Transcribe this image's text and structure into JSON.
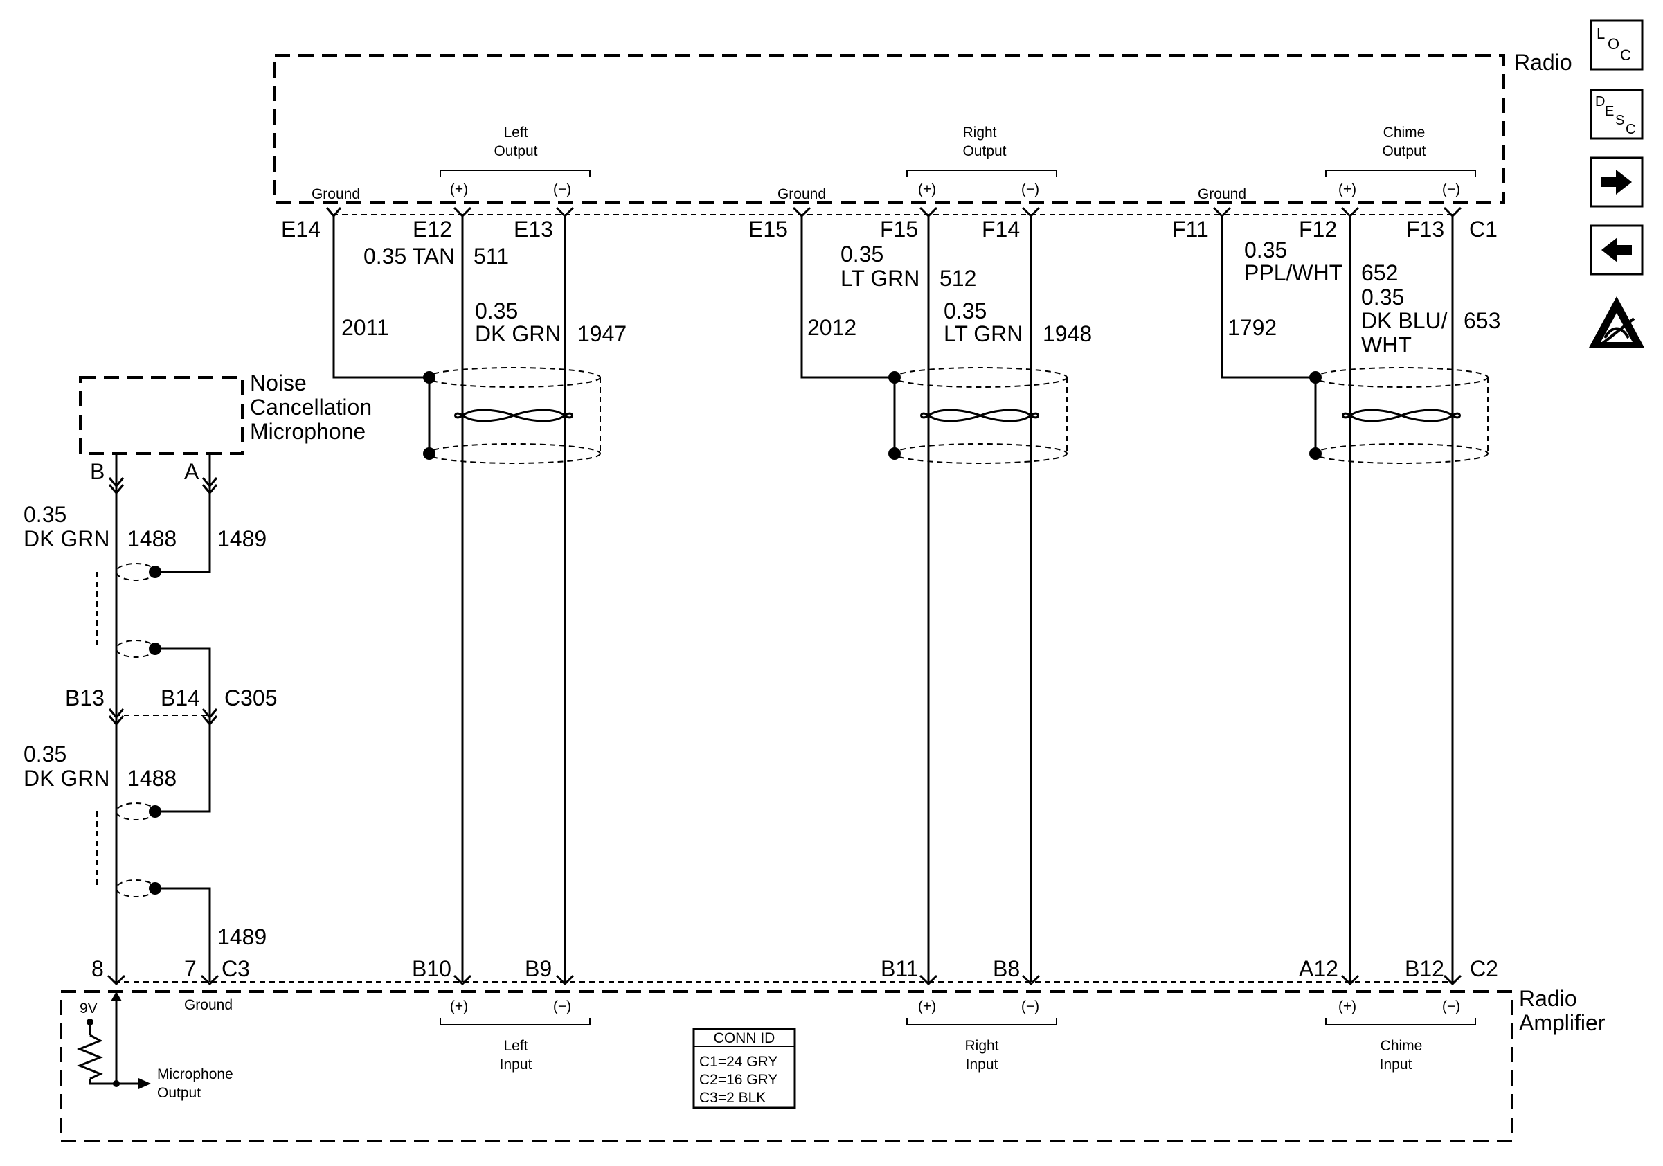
{
  "radio": {
    "label": "Radio",
    "pins": {
      "e14": "E14",
      "e12": "E12",
      "e13": "E13",
      "e15": "E15",
      "f15": "F15",
      "f14": "F14",
      "f11": "F11",
      "f12": "F12",
      "f13": "F13",
      "c1": "C1"
    },
    "ground_label": "Ground",
    "plus": "(+)",
    "minus": "(−)",
    "left_output": [
      "Left",
      "Output"
    ],
    "right_output": [
      "Right",
      "Output"
    ],
    "chime_output": [
      "Chime",
      "Output"
    ]
  },
  "amplifier": {
    "label": [
      "Radio",
      "Amplifier"
    ],
    "pins": {
      "p8": "8",
      "p7": "7",
      "c3": "C3",
      "b10": "B10",
      "b9": "B9",
      "b11": "B11",
      "b8": "B8",
      "a12": "A12",
      "b12": "B12",
      "c2": "C2"
    },
    "ground_label": "Ground",
    "plus": "(+)",
    "minus": "(−)",
    "left_input": [
      "Left",
      "Input"
    ],
    "right_input": [
      "Right",
      "Input"
    ],
    "chime_input": [
      "Chime",
      "Input"
    ],
    "voltage": "9V",
    "mic_output": [
      "Microphone",
      "Output"
    ],
    "conn_id": {
      "title": "CONN ID",
      "rows": [
        "C1=24 GRY",
        "C2=16 GRY",
        "C3=2 BLK"
      ]
    }
  },
  "microphone": {
    "label": [
      "Noise",
      "Cancellation",
      "Microphone"
    ],
    "pin_b": "B",
    "pin_a": "A"
  },
  "inline_connector": {
    "b13": "B13",
    "b14": "B14",
    "id": "C305"
  },
  "wires": {
    "w511": {
      "gauge_color": "0.35 TAN",
      "circuit": "511"
    },
    "w1947": {
      "gauge": "0.35",
      "color": "DK GRN",
      "circuit": "1947"
    },
    "w2011": {
      "circuit": "2011"
    },
    "w512": {
      "gauge": "0.35",
      "color": "LT GRN",
      "circuit": "512"
    },
    "w1948": {
      "gauge": "0.35",
      "color": "LT GRN",
      "circuit": "1948"
    },
    "w2012": {
      "circuit": "2012"
    },
    "w652": {
      "gauge": "0.35",
      "color": "PPL/WHT",
      "circuit": "652"
    },
    "w653": {
      "gauge": "0.35",
      "color1": "DK BLU/",
      "color2": "WHT",
      "circuit": "653"
    },
    "w1792": {
      "circuit": "1792"
    },
    "w1488_top": {
      "gauge": "0.35",
      "color": "DK GRN",
      "circuit": "1488"
    },
    "w1489_top": {
      "circuit": "1489"
    },
    "w1488_bot": {
      "gauge": "0.35",
      "color": "DK GRN",
      "circuit": "1488"
    },
    "w1489_bot": {
      "circuit": "1489"
    }
  },
  "side_nav": {
    "loc": [
      "L",
      "O",
      "C"
    ],
    "desc": [
      "D",
      "E",
      "S",
      "C"
    ],
    "forward_icon": "arrow-right-icon",
    "back_icon": "arrow-left-icon",
    "esd_icon": "esd-warning-icon"
  }
}
